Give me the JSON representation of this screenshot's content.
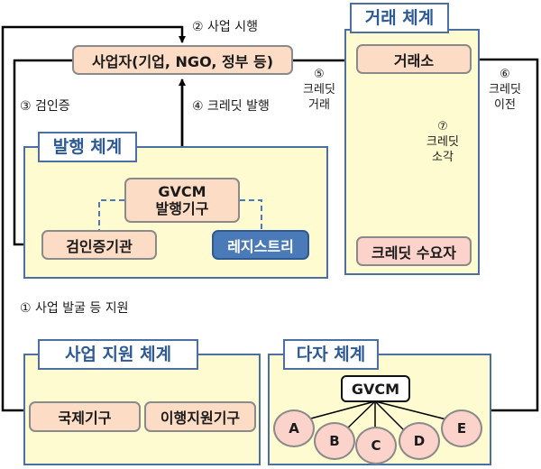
{
  "systems": {
    "trading": {
      "title": "거래 체계",
      "exchange": "거래소",
      "buyer": "크레딧 수요자"
    },
    "issuance": {
      "title": "발행 체계",
      "issuer_line1": "GVCM",
      "issuer_line2": "발행기구",
      "verifier": "검인증기관",
      "registry": "레지스트리"
    },
    "support": {
      "title": "사업 지원 체계",
      "intl_org": "국제기구",
      "impl_agency": "이행지원기구"
    },
    "multi": {
      "title": "다자 체계",
      "center": "GVCM",
      "members": [
        "A",
        "B",
        "C",
        "D",
        "E"
      ]
    }
  },
  "operator": "사업자(기업, NGO, 정부 등)",
  "steps": {
    "s1": "① 사업 발굴 등 지원",
    "s2": "② 사업 시행",
    "s3": "③ 검인증",
    "s4": "④ 크레딧 발행",
    "s5": [
      "⑤",
      "크레딧",
      "거래"
    ],
    "s6": [
      "⑥",
      "크레딧",
      "이전"
    ],
    "s7": [
      "⑦",
      "크레딧",
      "소각"
    ]
  },
  "colors": {
    "panel_fill": "#fffbd0",
    "panel_border": "#4a6fa0",
    "title_text": "#2d5a94",
    "node_fill": "#fddcc6",
    "registry_fill": "#4a7ab8",
    "member_fill": "#fbd3ca"
  }
}
